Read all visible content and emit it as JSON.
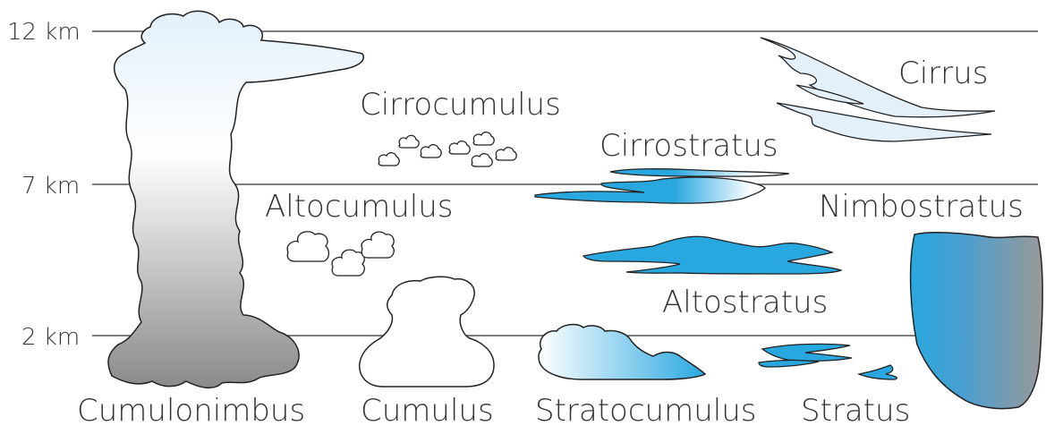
{
  "altitudes": {
    "high": "12 km",
    "middle": "7 km",
    "low": "2 km"
  },
  "clouds": {
    "cirrocumulus": "Cirrocumulus",
    "cirrus": "Cirrus",
    "cirrostratus": "Cirrostratus",
    "altocumulus": "Altocumulus",
    "nimbostratus": "Nimbostratus",
    "altostratus": "Altostratus",
    "cumulonimbus": "Cumulonimbus",
    "cumulus": "Cumulus",
    "stratocumulus": "Stratocumulus",
    "stratus": "Stratus"
  },
  "colors": {
    "line": "#333333",
    "blue": "#29a8e0",
    "gray": "#8a8a8a",
    "sky_light": "#e6f2fb"
  }
}
